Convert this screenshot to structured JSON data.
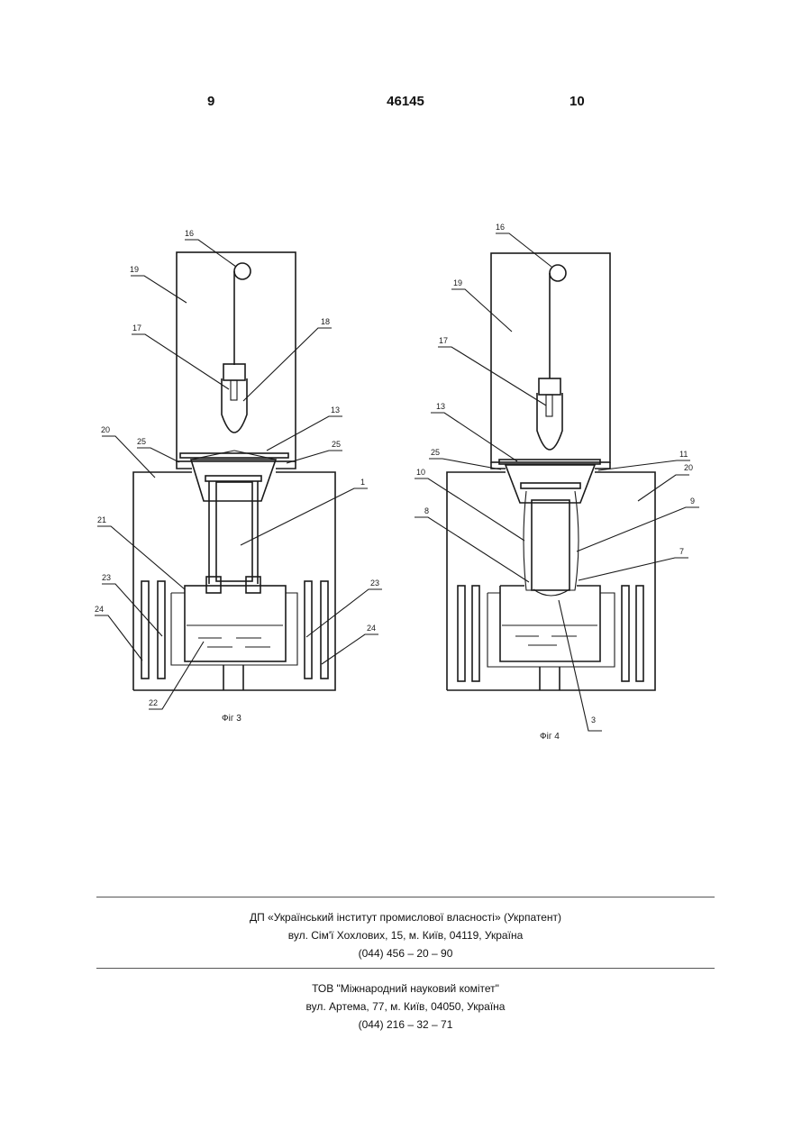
{
  "header": {
    "page_left": "9",
    "patent_number": "46145",
    "page_right": "10"
  },
  "fig3": {
    "caption": "Фіг 3",
    "labels": {
      "l16": "16",
      "l19": "19",
      "l17": "17",
      "l18": "18",
      "l13": "13",
      "l20": "20",
      "l25a": "25",
      "l25b": "25",
      "l1": "1",
      "l21": "21",
      "l23a": "23",
      "l23b": "23",
      "l24a": "24",
      "l24b": "24",
      "l22": "22"
    }
  },
  "fig4": {
    "caption": "Фіг 4",
    "labels": {
      "l16": "16",
      "l19": "19",
      "l17": "17",
      "l13": "13",
      "l25": "25",
      "l11": "11",
      "l20": "20",
      "l10": "10",
      "l9": "9",
      "l8": "8",
      "l7": "7",
      "l3": "3"
    }
  },
  "footer": {
    "block1": {
      "line1": "ДП «Український інститут промислової власності» (Укрпатент)",
      "line2": "вул. Сім'ї Хохлових, 15, м. Київ, 04119, Україна",
      "line3": "(044) 456 – 20 – 90"
    },
    "block2": {
      "line1": "ТОВ \"Міжнародний науковий комітет\"",
      "line2": "вул. Артема, 77, м. Київ, 04050, Україна",
      "line3": "(044) 216 – 32 – 71"
    }
  }
}
